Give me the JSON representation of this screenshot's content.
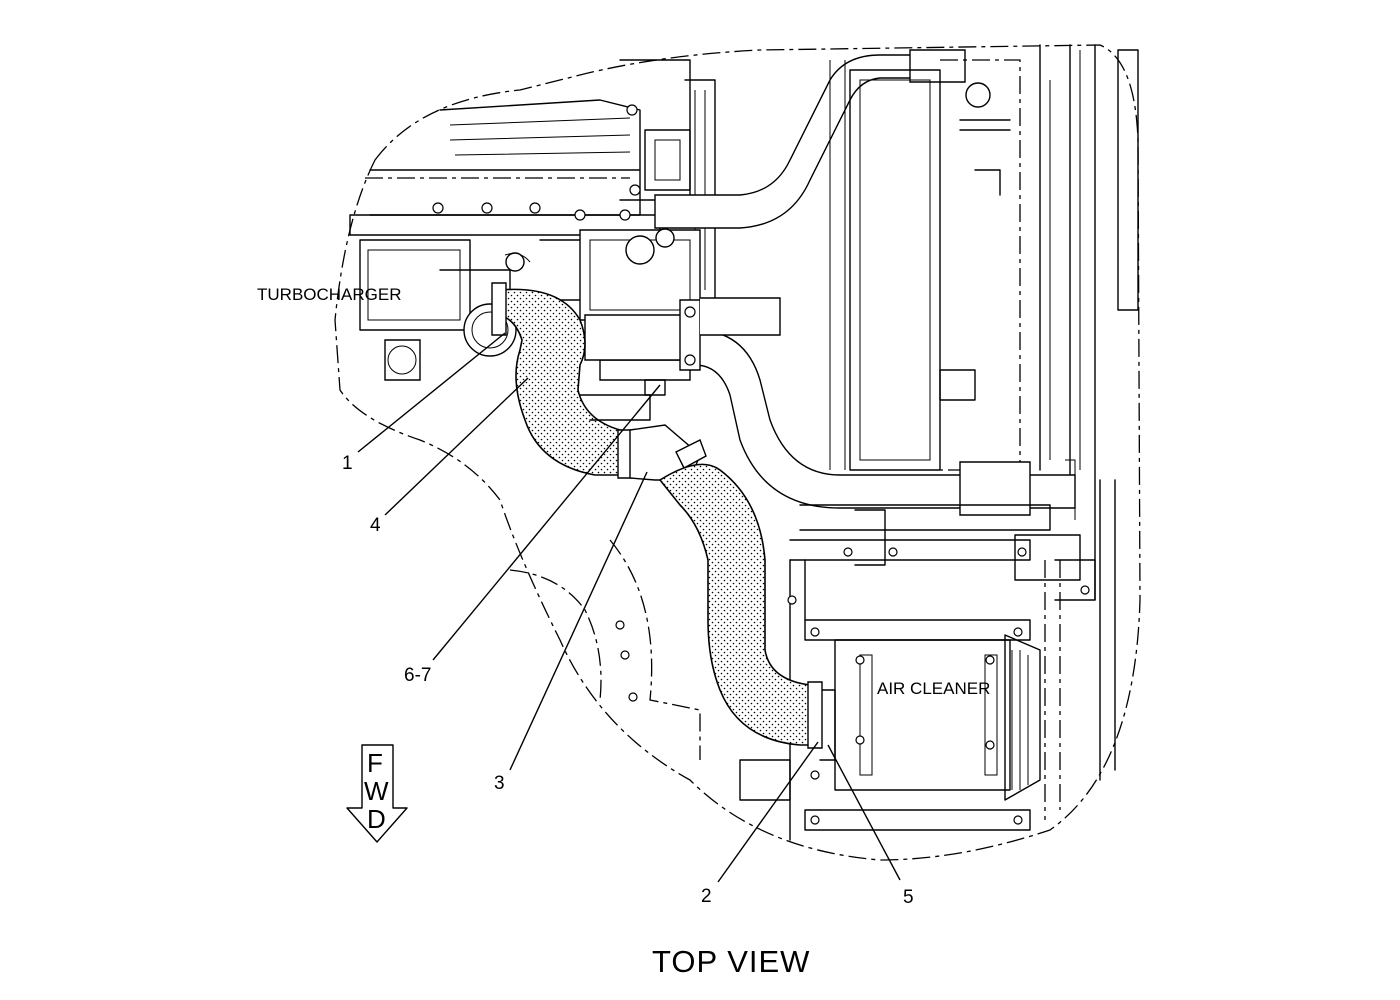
{
  "title": "TOP  VIEW",
  "component_labels": {
    "turbocharger": "TURBOCHARGER",
    "air_cleaner": "AIR  CLEANER"
  },
  "direction": {
    "letters": [
      "F",
      "W",
      "D"
    ]
  },
  "callouts": [
    "1",
    "4",
    "6-7",
    "3",
    "2",
    "5"
  ]
}
